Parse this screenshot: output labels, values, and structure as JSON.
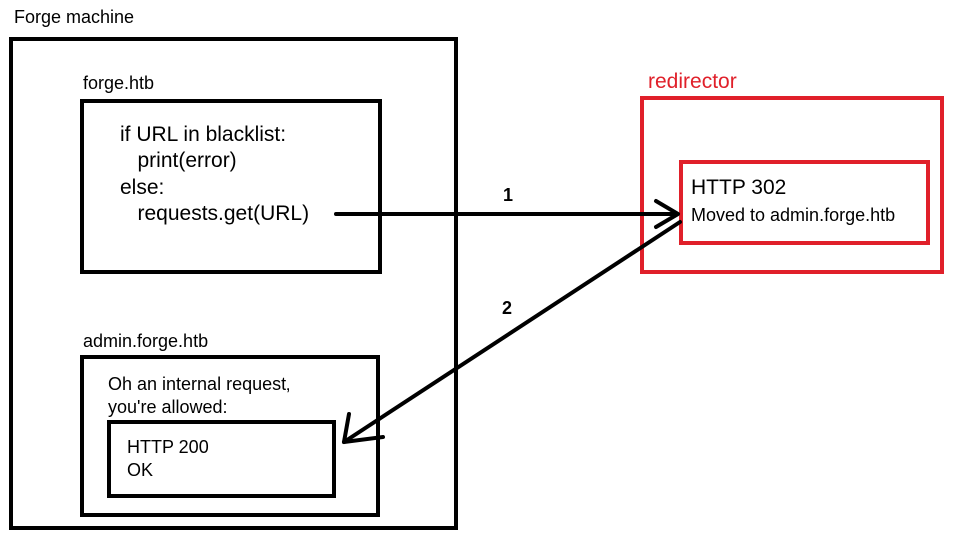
{
  "forge_machine": {
    "title": "Forge machine"
  },
  "forge_htb": {
    "title": "forge.htb",
    "code_lines": [
      "if URL in blacklist:",
      "   print(error)",
      "else:",
      "   requests.get(URL)"
    ]
  },
  "admin_forge_htb": {
    "title": "admin.forge.htb",
    "message_line1": "Oh an internal request‚",
    "message_line2": "you're allowed:",
    "response_status": "HTTP 200",
    "response_text": "OK"
  },
  "redirector": {
    "title": "redirector",
    "status": "HTTP 302",
    "message": "Moved to admin.forge.htb",
    "accent_color": "#e0202a"
  },
  "arrows": {
    "step1": "1",
    "step2": "2"
  }
}
